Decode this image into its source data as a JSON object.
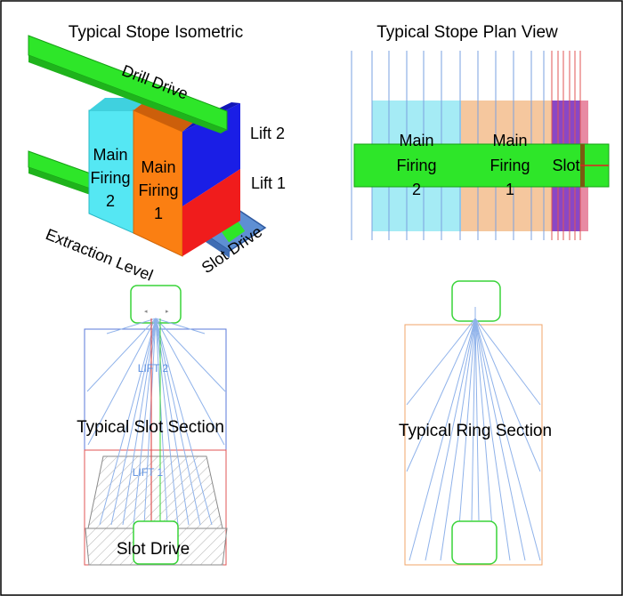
{
  "colors": {
    "green": "#2ee629",
    "cyan": "#55e7f3",
    "orange": "#fb7f12",
    "blue": "#1a1ee6",
    "red": "#f01c1c",
    "slot_blue": "#5e8fd3",
    "plan_cyan": "#a5ebf5",
    "plan_orange": "#f5c79e",
    "plan_purple": "#8a47c5",
    "plan_pink": "#e88aa3",
    "hole_line": "#7aa2e0",
    "section_blue": "#5a78d8",
    "section_red": "#e05555",
    "section_orange": "#f0a46a",
    "lift_text": "#5b8fe0"
  },
  "iso": {
    "title": "Typical Stope Isometric",
    "drill_drive": "Drill Drive",
    "lift2": "Lift 2",
    "lift1": "Lift 1",
    "main_firing2_l1": "Main",
    "main_firing2_l2": "Firing",
    "main_firing2_l3": "2",
    "main_firing1_l1": "Main",
    "main_firing1_l2": "Firing",
    "main_firing1_l3": "1",
    "extraction_level": "Extraction Level",
    "slot_drive": "Slot Drive"
  },
  "plan": {
    "title": "Typical Stope Plan View",
    "main_firing2_l1": "Main",
    "main_firing2_l2": "Firing",
    "main_firing2_l3": "2",
    "main_firing1_l1": "Main",
    "main_firing1_l2": "Firing",
    "main_firing1_l3": "1",
    "slot": "Slot"
  },
  "slot_section": {
    "title": "Typical Slot Section",
    "lift2": "LIFT 2",
    "lift1": "LIFT 1",
    "slot_drive": "Slot Drive"
  },
  "ring_section": {
    "title": "Typical Ring Section"
  }
}
